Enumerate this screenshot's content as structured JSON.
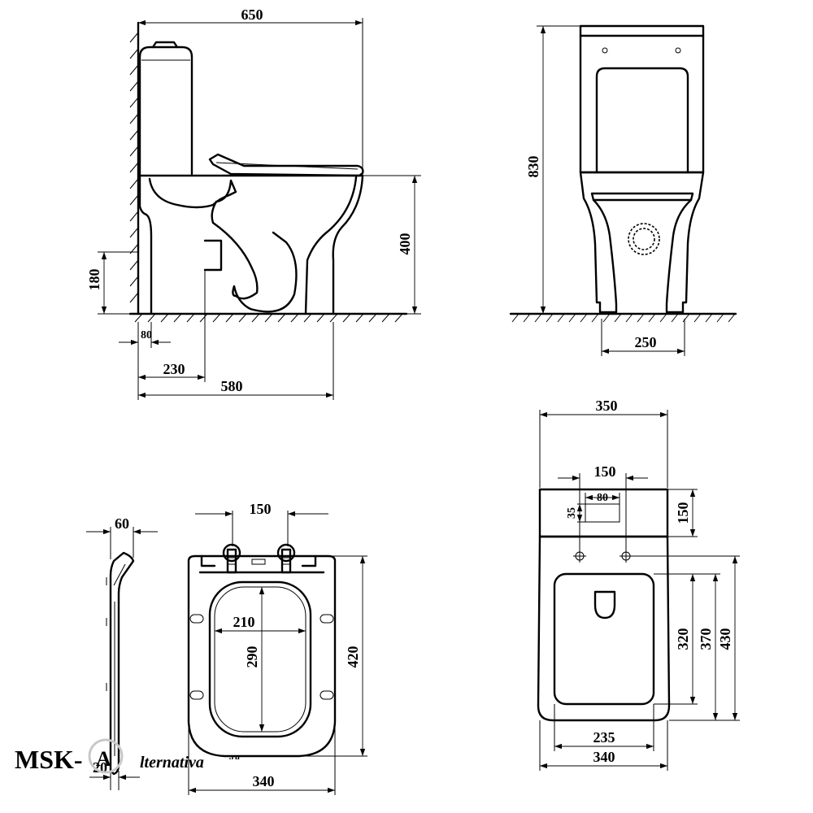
{
  "dimensions": {
    "side_width": "650",
    "side_depth": "580",
    "side_outlet_offset": "230",
    "side_wall_gap": "80",
    "side_seat_height": "400",
    "side_outlet_height": "180",
    "front_height": "830",
    "front_foot_width": "250",
    "seat_edge_thickness": "60",
    "seat_thickness": "20",
    "seat_hinge_spacing": "150",
    "seat_inner_width": "210",
    "seat_inner_length": "290",
    "seat_length": "420",
    "seat_width": "340",
    "top_overall_width": "350",
    "top_hole_spacing": "150",
    "top_button_width": "80",
    "top_button_height": "35",
    "top_tank_depth": "150",
    "top_inner_width": "235",
    "top_bowl_width": "340",
    "top_inner_length": "320",
    "top_opening_length": "370",
    "top_bowl_length": "430"
  },
  "watermark": {
    "brand": "MSK-",
    "tail": "lternativa",
    "suffix": ".ru",
    "logo_letter": "A"
  }
}
